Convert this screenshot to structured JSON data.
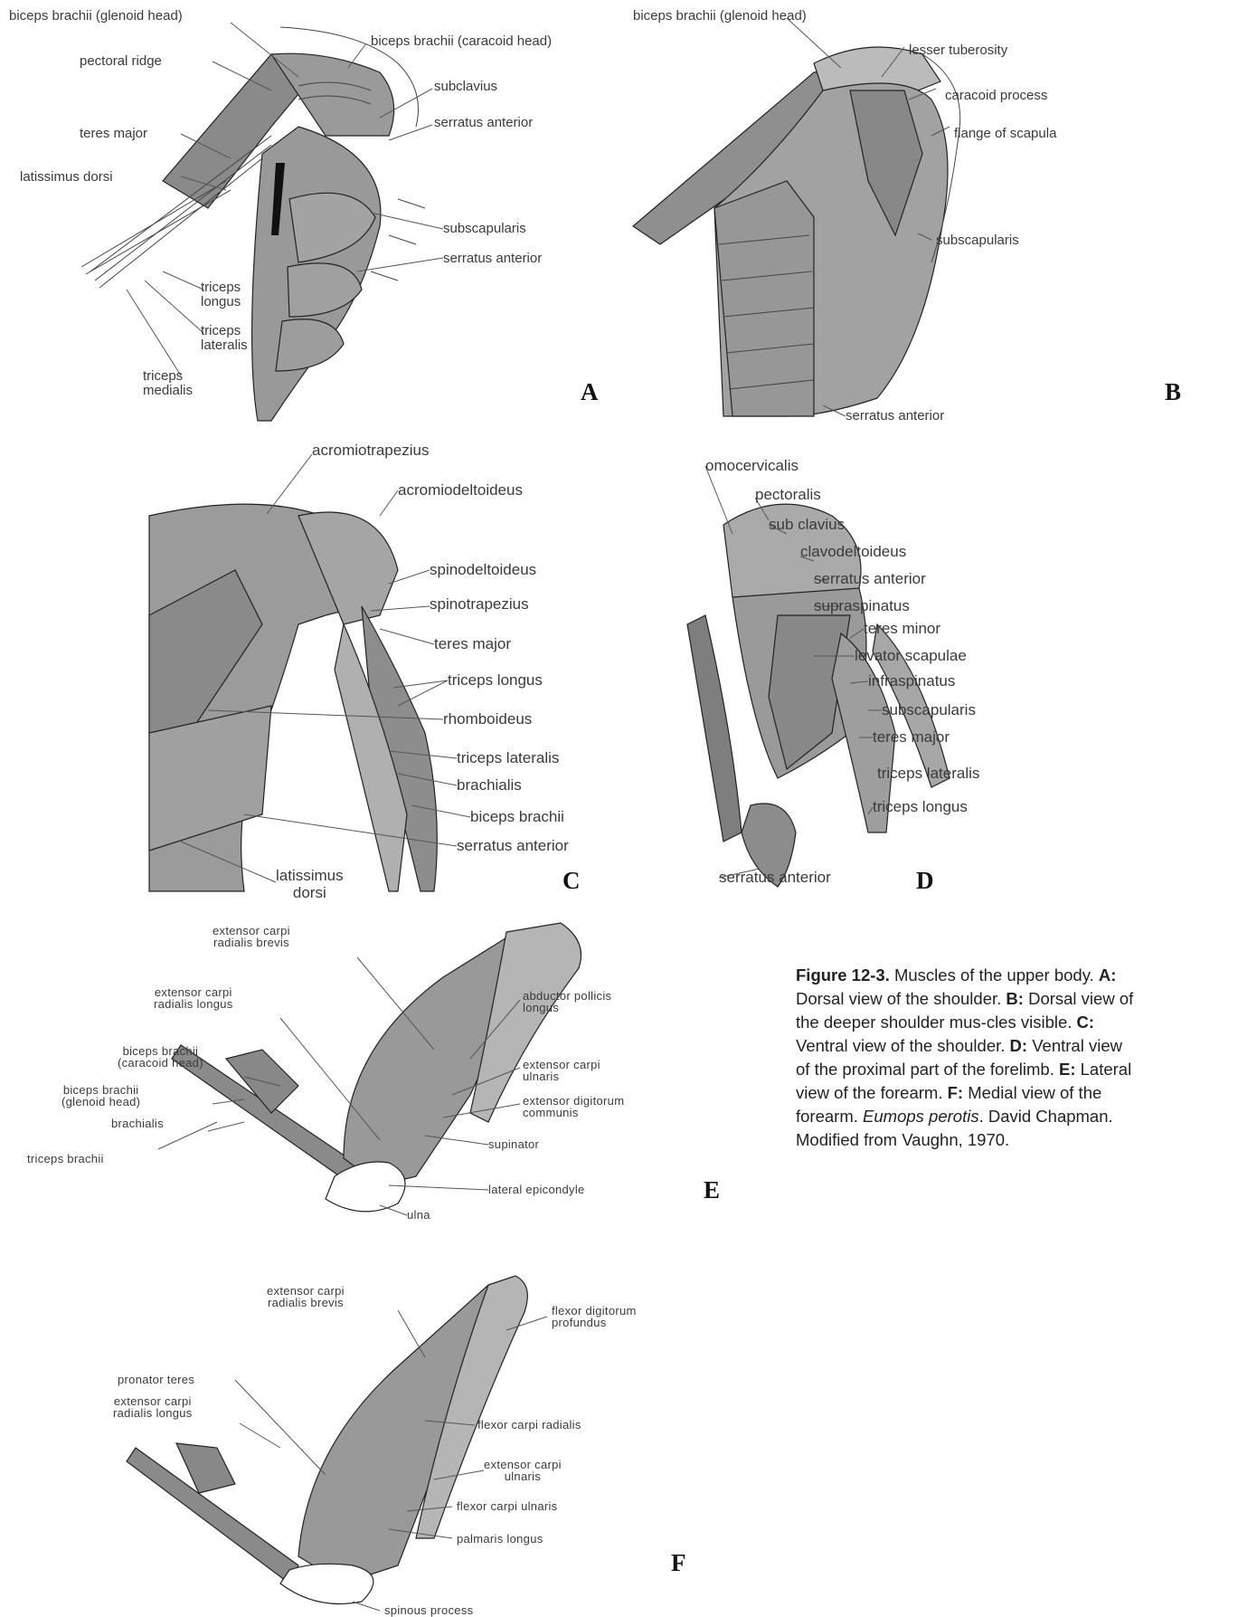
{
  "panels": {
    "A": {
      "letter": "A",
      "labels": {
        "biceps_glenoid": "biceps brachii (glenoid head)",
        "biceps_caracoid": "biceps brachii (caracoid head)",
        "pectoral_ridge": "pectoral ridge",
        "subclavius": "subclavius",
        "serratus_anterior_top": "serratus anterior",
        "teres_major": "teres major",
        "latissimus_dorsi": "latissimus dorsi",
        "subscapularis": "subscapularis",
        "serratus_anterior_mid": "serratus anterior",
        "triceps_longus": "triceps\nlongus",
        "triceps_lateralis": "triceps\nlateralis",
        "triceps_medialis": "triceps\nmedialis"
      }
    },
    "B": {
      "letter": "B",
      "labels": {
        "biceps_glenoid": "biceps brachii (glenoid head)",
        "lesser_tuberosity": "lesser tuberosity",
        "caracoid_process": "caracoid process",
        "flange_of_scapula": "flange of scapula",
        "subscapularis": "subscapularis",
        "serratus_anterior": "serratus anterior"
      }
    },
    "C": {
      "letter": "C",
      "labels": {
        "acromiotrapezius": "acromiotrapezius",
        "acromiodeltoideus": "acromiodeltoideus",
        "spinodeltoideus": "spinodeltoideus",
        "spinotrapezius": "spinotrapezius",
        "teres_major": "teres major",
        "triceps_longus": "triceps longus",
        "rhomboideus": "rhomboideus",
        "triceps_lateralis": "triceps lateralis",
        "brachialis": "brachialis",
        "biceps_brachii": "biceps brachii",
        "serratus_anterior": "serratus anterior",
        "latissimus_dorsi": "latissimus\ndorsi"
      }
    },
    "D": {
      "letter": "D",
      "labels": {
        "omocervicalis": "omocervicalis",
        "pectoralis": "pectoralis",
        "sub_clavius": "sub clavius",
        "clavodeltoideus": "clavodeltoideus",
        "serratus_anterior_top": "serratus anterior",
        "supraspinatus": "supraspinatus",
        "teres_minor": "teres minor",
        "levator_scapulae": "levator scapulae",
        "infraspinatus": "infraspinatus",
        "subscapularis": "subscapularis",
        "teres_major": "teres major",
        "triceps_lateralis": "triceps lateralis",
        "triceps_longus": "triceps longus",
        "serratus_anterior_bottom": "serratus anterior"
      }
    },
    "E": {
      "letter": "E",
      "labels": {
        "ecr_brevis": "extensor carpi\nradialis brevis",
        "ecr_longus": "extensor carpi\nradialis longus",
        "biceps_caracoid": "biceps brachii\n(caracoid head)",
        "biceps_glenoid": "biceps brachii\n(glenoid head)",
        "brachialis": "brachialis",
        "triceps_brachii": "triceps brachii",
        "abductor_pollicis": "abductor pollicis\nlongus",
        "ec_ulnaris": "extensor carpi\nulnaris",
        "ed_communis": "extensor digitorum\ncommunis",
        "supinator": "supinator",
        "lateral_epicondyle": "lateral epicondyle",
        "ulna": "ulna"
      }
    },
    "F": {
      "letter": "F",
      "labels": {
        "ecr_brevis": "extensor carpi\nradialis brevis",
        "fd_profundus": "flexor digitorum\nprofundus",
        "pronator_teres": "pronator teres",
        "ecr_longus": "extensor carpi\nradialis longus",
        "fc_radialis": "flexor carpi radialis",
        "ec_ulnaris": "extensor carpi\nulnaris",
        "fc_ulnaris": "flexor carpi ulnaris",
        "palmaris_longus": "palmaris longus",
        "spinous_process": "spinous process"
      }
    }
  },
  "caption": {
    "figure_label": "Figure 12-3.",
    "intro": "Muscles of the upper body.",
    "items": [
      {
        "key": "A:",
        "text": "Dorsal view of the shoulder."
      },
      {
        "key": "B:",
        "text": "Dorsal view of the deeper shoulder mus-cles visible."
      },
      {
        "key": "C:",
        "text": "Ventral view of the shoulder."
      },
      {
        "key": "D:",
        "text": "Ventral view of the proximal part of the forelimb."
      },
      {
        "key": "E:",
        "text": "Lateral view of the forearm."
      },
      {
        "key": "F:",
        "text": "Medial view of the forearm."
      }
    ],
    "species": "Eumops perotis",
    "credit": "David Chapman. Modified from Vaughn, 1970."
  }
}
